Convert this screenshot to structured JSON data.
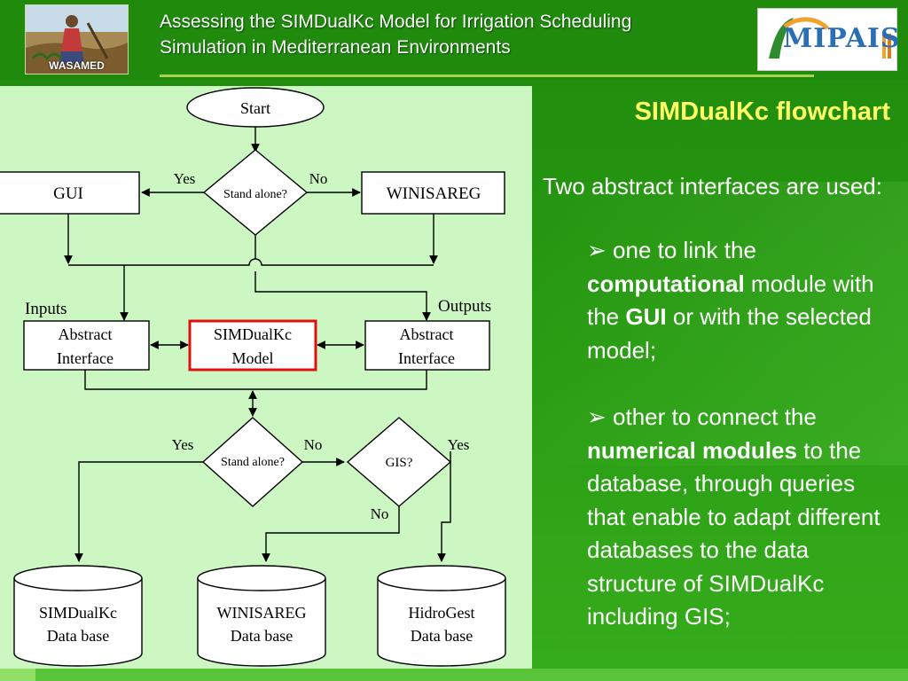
{
  "header": {
    "title_line1": "Assessing the SIMDualKc Model for Irrigation Scheduling",
    "title_line2": "Simulation in Mediterranean Environments",
    "logo_left_text": "WASAMED",
    "logo_right_text": "MIPAIS"
  },
  "flowchart": {
    "start": "Start",
    "decision1": "Stand alone?",
    "yes1": "Yes",
    "no1": "No",
    "gui": "GUI",
    "winisareg": "WINISAREG",
    "inputs": "Inputs",
    "outputs": "Outputs",
    "abstract_left_l1": "Abstract",
    "abstract_left_l2": "Interface",
    "model_l1": "SIMDualKc",
    "model_l2": "Model",
    "abstract_right_l1": "Abstract",
    "abstract_right_l2": "Interface",
    "decision2": "Stand alone?",
    "yes2": "Yes",
    "no2": "No",
    "decision3": "GIS?",
    "yes3": "Yes",
    "no3": "No",
    "db1_l1": "SIMDualKc",
    "db1_l2": "Data base",
    "db2_l1": "WINISAREG",
    "db2_l2": "Data base",
    "db3_l1": "HidroGest",
    "db3_l2": "Data base",
    "highlight_color": "#e01010"
  },
  "right": {
    "heading": "SIMDualKc flowchart",
    "intro": "Two abstract interfaces are used:",
    "bullet1": {
      "marker": "➢",
      "t1": "one to link the",
      "b1": "computational",
      "t2": "module with the",
      "b2": "GUI",
      "t3": "or with the selected model;"
    },
    "bullet2": {
      "marker": "➢",
      "t1": "other to connect the",
      "b1": "numerical modules",
      "t2": "to the database, through queries that enable to adapt different databases to the data structure of SIMDualKc including GIS;"
    }
  }
}
